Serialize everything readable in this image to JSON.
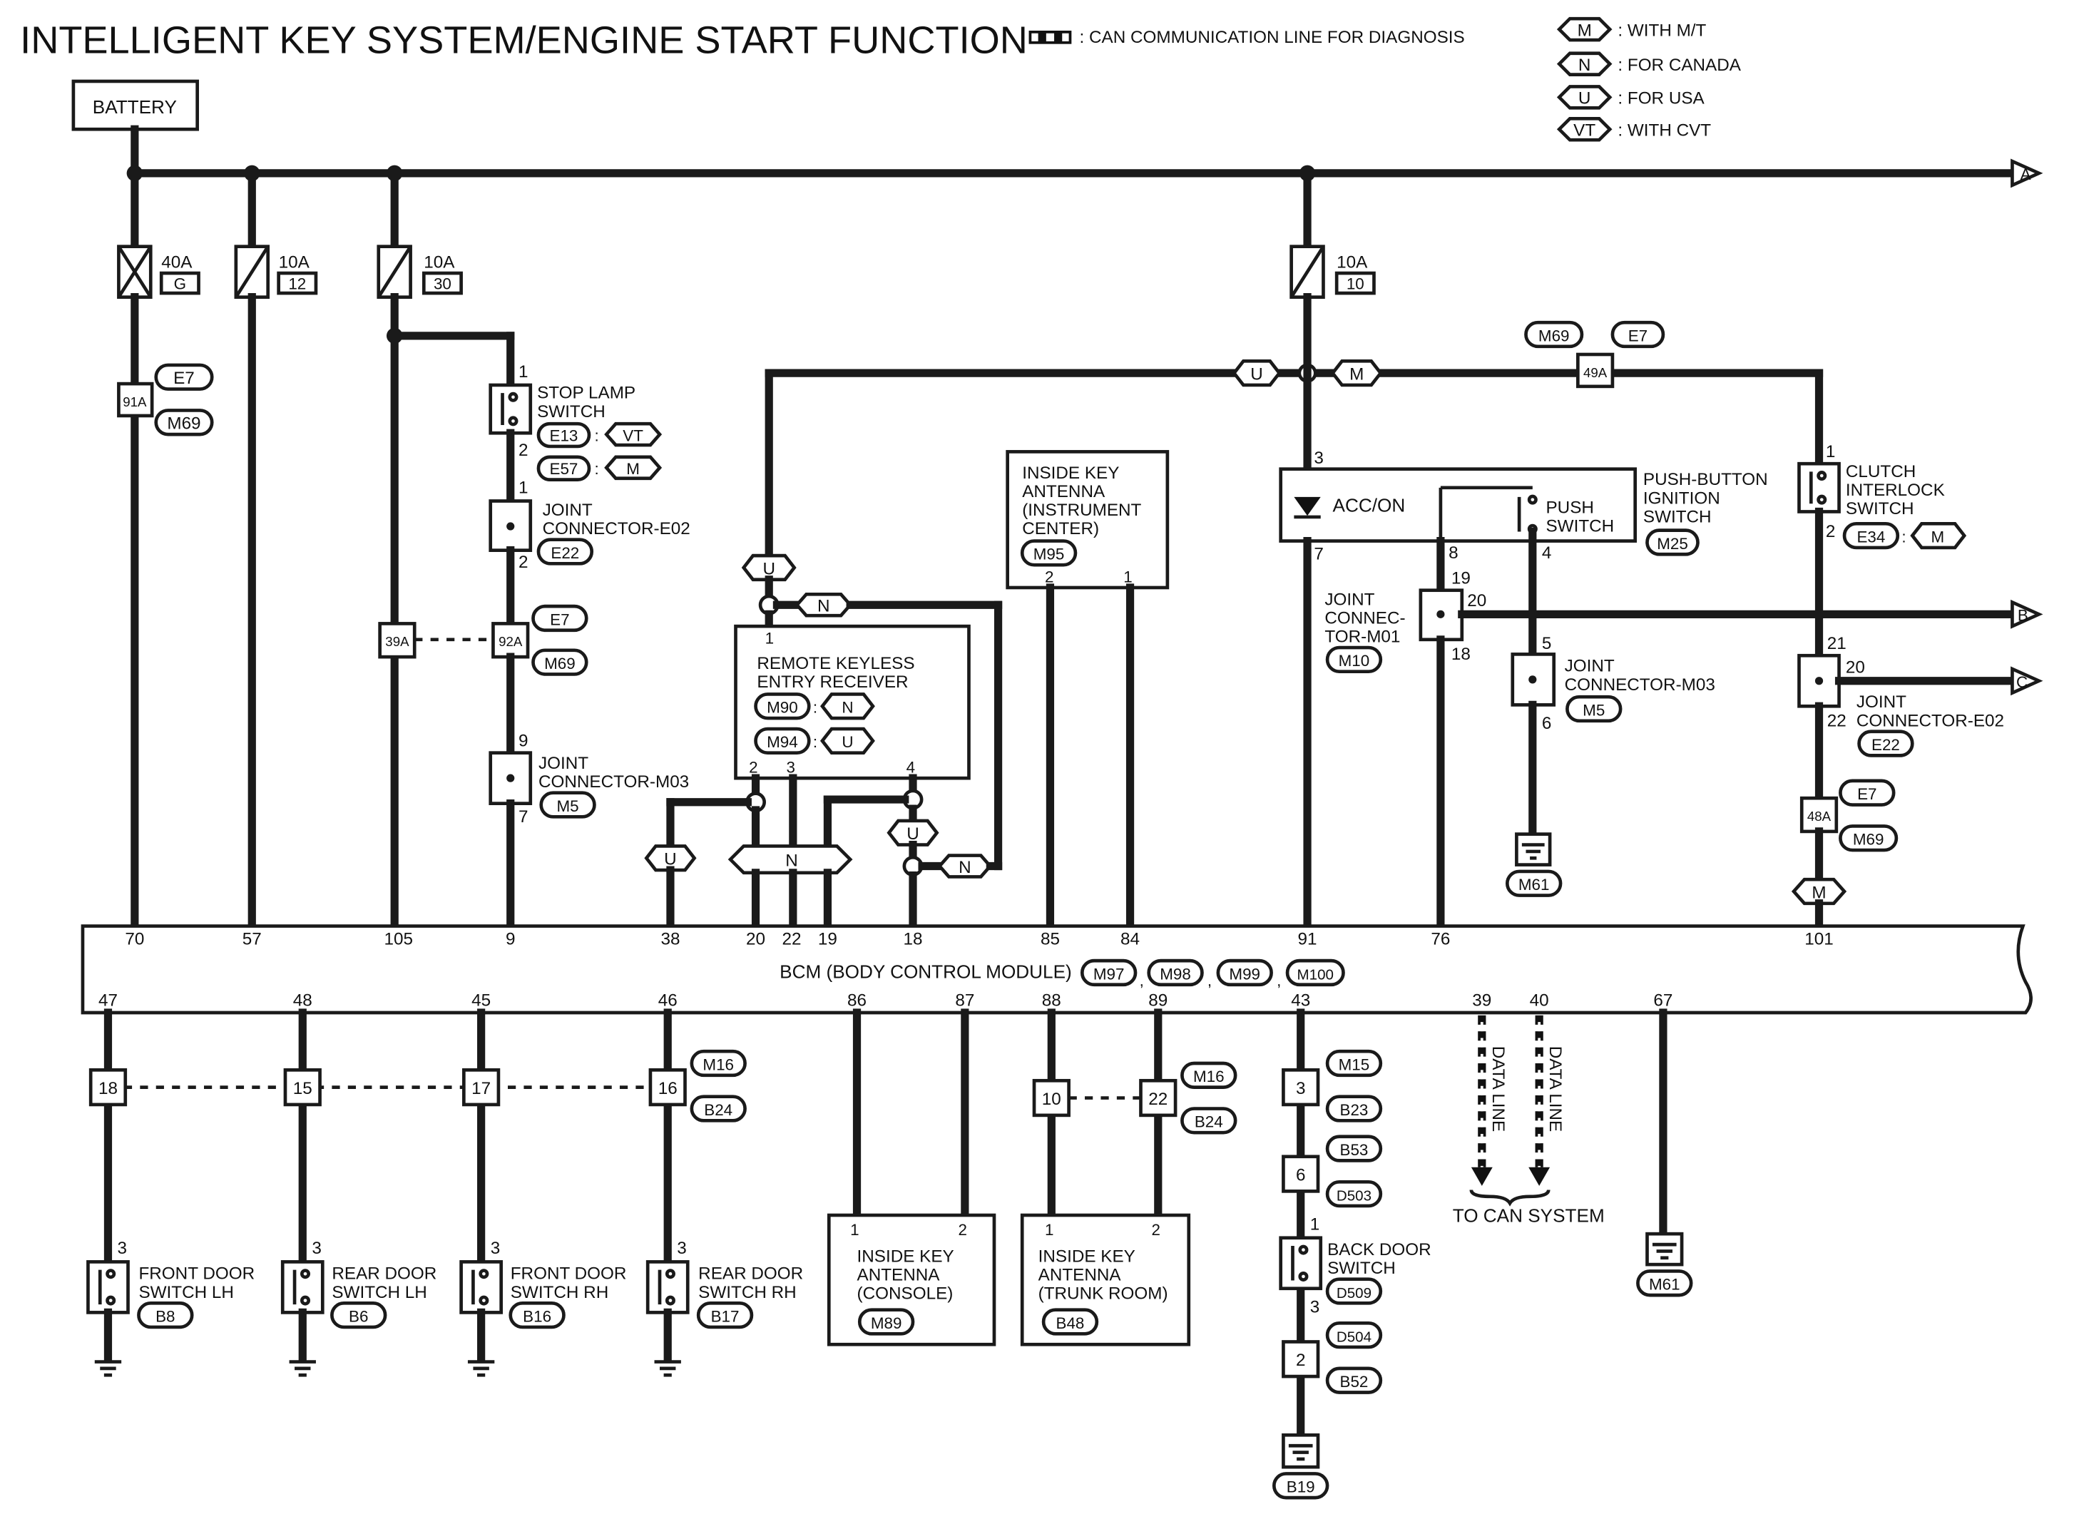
{
  "title": "INTELLIGENT KEY SYSTEM/ENGINE START FUNCTION",
  "legend": {
    "can_line": ": CAN COMMUNICATION LINE FOR DIAGNOSIS",
    "items": [
      {
        "code": "M",
        "desc": ": WITH M/T"
      },
      {
        "code": "N",
        "desc": ": FOR CANADA"
      },
      {
        "code": "U",
        "desc": ": FOR USA"
      },
      {
        "code": "VT",
        "desc": ": WITH CVT"
      }
    ]
  },
  "battery": "BATTERY",
  "offpage": {
    "a": "A",
    "b": "B",
    "c": "C"
  },
  "fuses": [
    {
      "rating": "40A",
      "id": "G"
    },
    {
      "rating": "10A",
      "id": "12"
    },
    {
      "rating": "10A",
      "id": "30"
    },
    {
      "rating": "10A",
      "id": "10"
    }
  ],
  "codes": {
    "e7": "E7",
    "m69": "M69",
    "m16": "M16",
    "b24": "B24",
    "m15": "M15",
    "b23": "B23",
    "b53": "B53",
    "d503": "D503",
    "d504": "D504",
    "b52": "B52",
    "b19": "B19",
    "m61": "M61",
    "e13": "E13",
    "e57": "E57",
    "e22": "E22",
    "m5": "M5",
    "m10": "M10",
    "m25": "M25",
    "e34": "E34",
    "m95": "M95",
    "m90": "M90",
    "m94": "M94",
    "m89": "M89",
    "b48": "B48",
    "b8": "B8",
    "b6": "B6",
    "b16": "B16",
    "b17": "B17",
    "d509": "D509",
    "m97": "M97",
    "m98": "M98",
    "m99": "M99",
    "m100": "M100"
  },
  "option_marks": {
    "u": "U",
    "n": "N",
    "m": "M",
    "vt": "VT"
  },
  "inline_connectors": {
    "c91a": "91A",
    "c39a": "39A",
    "c92a": "92A",
    "c49a": "49A",
    "c48a": "48A",
    "c18": "18",
    "c15": "15",
    "c17": "17",
    "c16": "16",
    "c10": "10",
    "c22": "22",
    "c3": "3",
    "c6": "6",
    "c2": "2"
  },
  "components": {
    "stop_lamp": [
      "STOP LAMP",
      "SWITCH"
    ],
    "jc_e02_a": [
      "JOINT",
      "CONNECTOR-E02"
    ],
    "jc_m03_a": [
      "JOINT",
      "CONNECTOR-M03"
    ],
    "rke": [
      "REMOTE KEYLESS",
      "ENTRY RECEIVER"
    ],
    "ika_instr": [
      "INSIDE KEY",
      "ANTENNA",
      "(INSTRUMENT",
      "CENTER)"
    ],
    "acc_on": "ACC/ON",
    "push_switch": [
      "PUSH",
      "SWITCH"
    ],
    "push_button": [
      "PUSH-BUTTON",
      "IGNITION",
      "SWITCH"
    ],
    "jc_m01": [
      "JOINT",
      "CONNEC-",
      "TOR-M01"
    ],
    "jc_m03_b": [
      "JOINT",
      "CONNECTOR-M03"
    ],
    "clutch": [
      "CLUTCH",
      "INTERLOCK",
      "SWITCH"
    ],
    "jc_e02_b": [
      "JOINT",
      "CONNECTOR-E02"
    ],
    "bcm": "BCM (BODY CONTROL MODULE)",
    "fdl": [
      "FRONT DOOR",
      "SWITCH LH"
    ],
    "rdl": [
      "REAR DOOR",
      "SWITCH LH"
    ],
    "fdr": [
      "FRONT DOOR",
      "SWITCH RH"
    ],
    "rdr": [
      "REAR DOOR",
      "SWITCH RH"
    ],
    "ika_console": [
      "INSIDE KEY",
      "ANTENNA",
      "(CONSOLE)"
    ],
    "ika_trunk": [
      "INSIDE KEY",
      "ANTENNA",
      "(TRUNK ROOM)"
    ],
    "back_door": [
      "BACK DOOR",
      "SWITCH"
    ],
    "data_line": "DATA LINE",
    "to_can": "TO CAN SYSTEM"
  },
  "pins": {
    "bcm_top": [
      "70",
      "57",
      "105",
      "9",
      "38",
      "20",
      "22",
      "19",
      "18",
      "85",
      "84",
      "91",
      "76",
      "101"
    ],
    "bcm_bottom": [
      "47",
      "48",
      "45",
      "46",
      "86",
      "87",
      "88",
      "89",
      "43",
      "39",
      "40",
      "67"
    ],
    "p1": "1",
    "p2": "2",
    "p3": "3",
    "p4": "4",
    "p5": "5",
    "p6": "6",
    "p7": "7",
    "p8": "8",
    "p9": "9",
    "p18": "18",
    "p19": "19",
    "p20": "20",
    "p21": "21",
    "p22": "22"
  }
}
